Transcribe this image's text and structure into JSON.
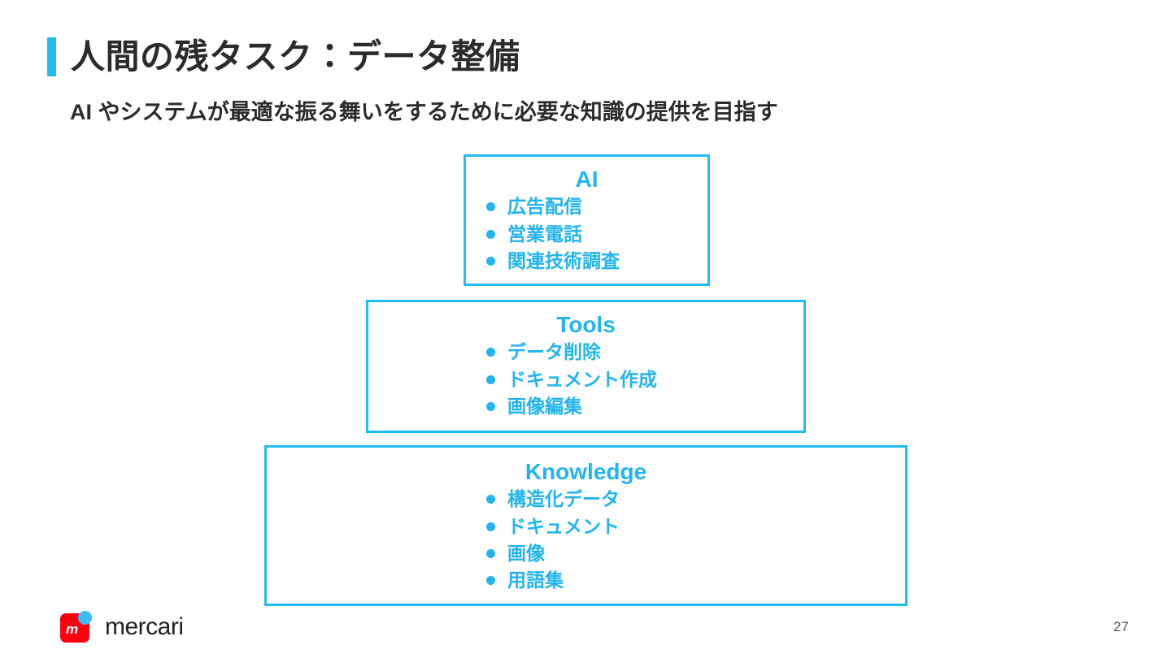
{
  "slide": {
    "title": "人間の残タスク：データ整備",
    "subtitle": "AI やシステムが最適な振る舞いをするために必要な知識の提供を目指す",
    "accent_color": "#21BCF3",
    "text_color": "#2B2B2B",
    "page_number": "27",
    "background": "#ffffff"
  },
  "pyramid": {
    "tiers": [
      {
        "heading": "AI",
        "items": [
          "広告配信",
          "営業電話",
          "関連技術調査"
        ]
      },
      {
        "heading": "Tools",
        "items": [
          "データ削除",
          "ドキュメント作成",
          "画像編集"
        ]
      },
      {
        "heading": "Knowledge",
        "items": [
          "構造化データ",
          "ドキュメント",
          "画像",
          "用語集"
        ]
      }
    ],
    "border_color": "#21BCF3",
    "label_color": "#21B4EF"
  },
  "footer": {
    "logo_text": "mercari",
    "logo_mark_letter": "m",
    "logo_red": "#FF0211",
    "logo_blue": "#3DBDF2"
  }
}
